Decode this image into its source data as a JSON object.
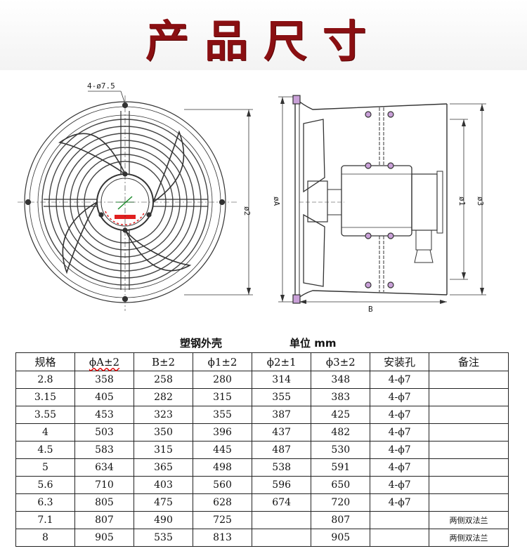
{
  "title": "产品尺寸",
  "drawing": {
    "hole_label": "4-ø7.5",
    "dia2_label": "ø2",
    "diaA_label": "øA",
    "dia1_label": "ø1",
    "dia3_label": "ø3",
    "b_label": "B"
  },
  "captions": {
    "material": "塑钢外壳",
    "unit": "单位 mm"
  },
  "table": {
    "headers": [
      "规格",
      "ϕA±2",
      "B±2",
      "ϕ1±2",
      "ϕ2±1",
      "ϕ3±2",
      "安装孔",
      "备注"
    ],
    "rows": [
      [
        "2.8",
        "358",
        "258",
        "280",
        "314",
        "348",
        "4-ϕ7",
        ""
      ],
      [
        "3.15",
        "405",
        "282",
        "315",
        "355",
        "383",
        "4-ϕ7",
        ""
      ],
      [
        "3.55",
        "453",
        "323",
        "355",
        "387",
        "425",
        "4-ϕ7",
        ""
      ],
      [
        "4",
        "503",
        "350",
        "396",
        "437",
        "482",
        "4-ϕ7",
        ""
      ],
      [
        "4.5",
        "583",
        "315",
        "445",
        "487",
        "530",
        "4-ϕ7",
        ""
      ],
      [
        "5",
        "634",
        "365",
        "498",
        "538",
        "591",
        "4-ϕ7",
        ""
      ],
      [
        "5.6",
        "710",
        "403",
        "560",
        "596",
        "650",
        "4-ϕ7",
        ""
      ],
      [
        "6.3",
        "805",
        "475",
        "628",
        "674",
        "720",
        "4-ϕ7",
        ""
      ],
      [
        "7.1",
        "807",
        "490",
        "725",
        "",
        "807",
        "",
        "两侧双法兰"
      ],
      [
        "8",
        "905",
        "535",
        "813",
        "",
        "905",
        "",
        "两侧双法兰"
      ]
    ]
  }
}
